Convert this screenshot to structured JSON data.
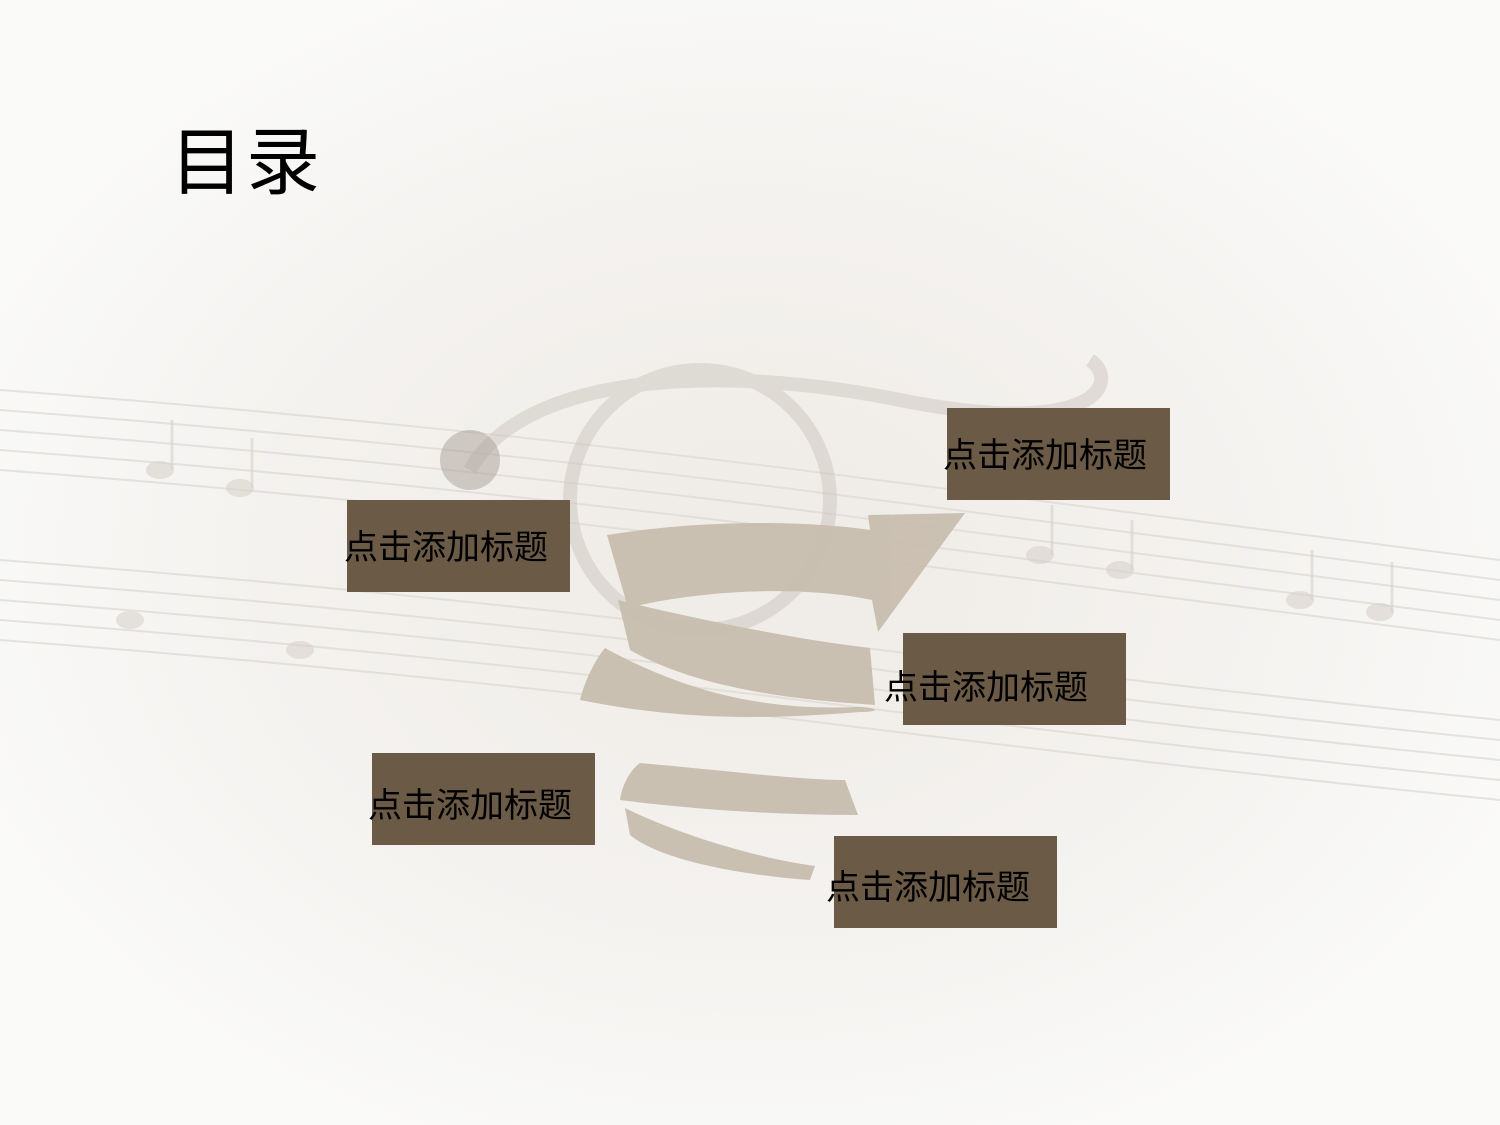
{
  "slide": {
    "title": "目录",
    "items": [
      {
        "label": "点击添加标题"
      },
      {
        "label": "点击添加标题"
      },
      {
        "label": "点击添加标题"
      },
      {
        "label": "点击添加标题"
      },
      {
        "label": "点击添加标题"
      }
    ]
  },
  "colors": {
    "box_fill": "#6b5a46",
    "spiral_fill": "#c8beaf",
    "text": "#000000"
  }
}
